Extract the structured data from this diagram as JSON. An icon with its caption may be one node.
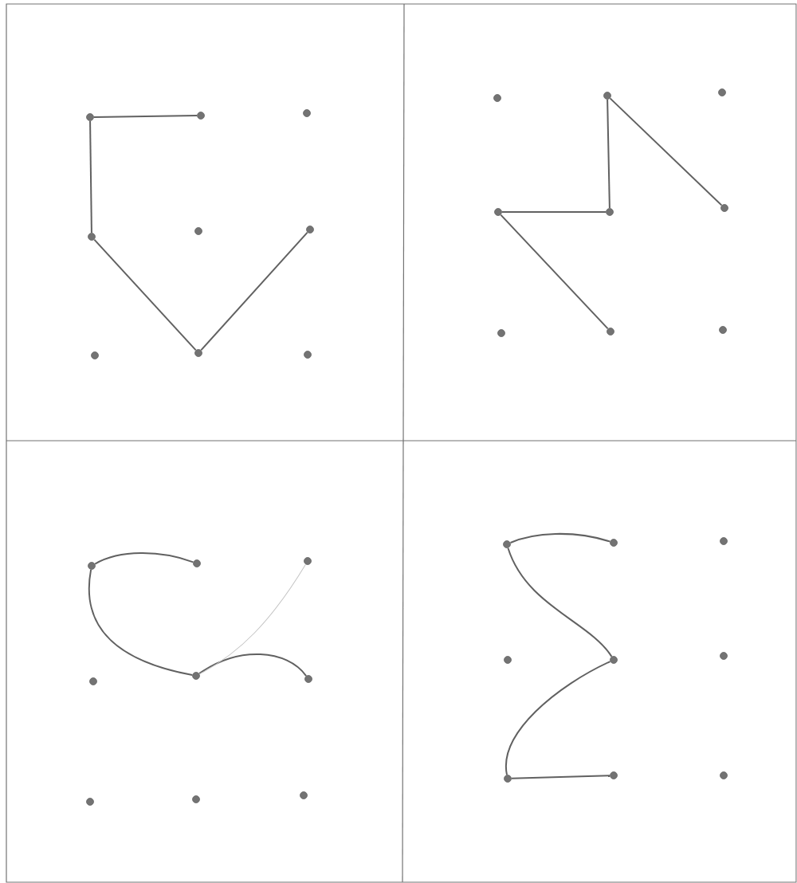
{
  "diagram": {
    "nodes": [
      {
        "text": [],
        "shape": "circle"
      },
      {
        "text": [],
        "shape": "circle"
      },
      {
        "text": [],
        "shape": "circle"
      },
      {
        "text": [],
        "shape": "circle"
      },
      {
        "text": [],
        "shape": "circle"
      },
      {
        "text": [],
        "shape": "circle"
      },
      {
        "text": [],
        "shape": "circle"
      },
      {
        "text": [],
        "shape": "circle"
      },
      {
        "text": [],
        "shape": "circle"
      },
      {
        "text": [],
        "shape": "circle"
      },
      {
        "text": [],
        "shape": "circle"
      },
      {
        "text": [],
        "shape": "circle"
      },
      {
        "text": [],
        "shape": "circle"
      },
      {
        "text": [],
        "shape": "circle"
      },
      {
        "text": [],
        "shape": "circle"
      },
      {
        "text": [],
        "shape": "circle"
      },
      {
        "text": [],
        "shape": "circle"
      },
      {
        "text": [],
        "shape": "circle"
      },
      {
        "text": [],
        "shape": "circle"
      },
      {
        "text": [],
        "shape": "circle"
      },
      {
        "text": [],
        "shape": "circle"
      },
      {
        "text": [],
        "shape": "circle"
      },
      {
        "text": [],
        "shape": "circle"
      },
      {
        "text": [],
        "shape": "circle"
      },
      {
        "text": [],
        "shape": "circle"
      },
      {
        "text": [],
        "shape": "circle"
      },
      {
        "text": [],
        "shape": "circle"
      },
      {
        "text": [],
        "shape": "circle"
      },
      {
        "text": [],
        "shape": "circle"
      },
      {
        "text": [],
        "shape": "circle"
      },
      {
        "text": [],
        "shape": "circle"
      },
      {
        "text": [],
        "shape": "circle"
      },
      {
        "text": [],
        "shape": "circle"
      },
      {
        "text": [],
        "shape": "circle"
      },
      {
        "text": [],
        "shape": "circle"
      },
      {
        "text": [],
        "shape": "circle"
      }
    ],
    "edges": [
      {
        "from": 1,
        "to": 0,
        "arrow": "none"
      },
      {
        "from": 0,
        "to": 3,
        "arrow": "none"
      },
      {
        "from": 3,
        "to": 7,
        "arrow": "none"
      },
      {
        "from": 7,
        "to": 5,
        "arrow": "none"
      },
      {
        "from": 10,
        "to": 14,
        "arrow": "none"
      },
      {
        "from": 10,
        "to": 13,
        "arrow": "none"
      },
      {
        "from": 13,
        "to": 12,
        "arrow": "none"
      },
      {
        "from": 12,
        "to": 16,
        "arrow": "none"
      },
      {
        "from": 19,
        "to": 18,
        "arrow": "none"
      },
      {
        "from": 18,
        "to": 22,
        "arrow": "none"
      },
      {
        "from": 22,
        "to": 23,
        "arrow": "none"
      },
      {
        "from": 20,
        "to": 22,
        "arrow": "none",
        "color": "#c4c4c4"
      },
      {
        "from": 28,
        "to": 27,
        "arrow": "none"
      },
      {
        "from": 27,
        "to": 31,
        "arrow": "none"
      },
      {
        "from": 31,
        "to": 33,
        "arrow": "none"
      },
      {
        "from": 33,
        "to": 34,
        "arrow": "none"
      }
    ]
  }
}
